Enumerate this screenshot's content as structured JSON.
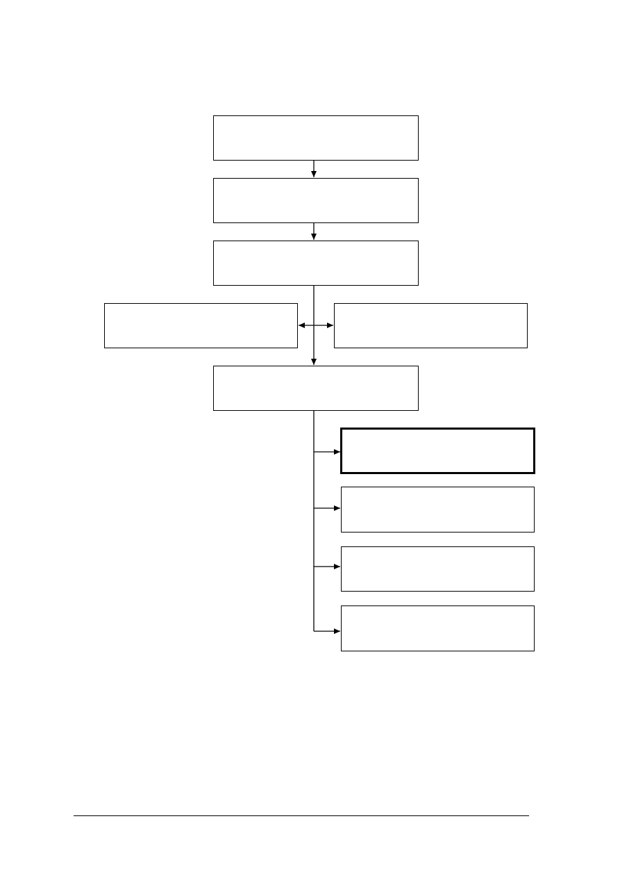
{
  "diagram": {
    "nodes": [
      {
        "id": "step-1",
        "label": "",
        "style": "normal"
      },
      {
        "id": "step-2",
        "label": "",
        "style": "normal"
      },
      {
        "id": "step-3",
        "label": "",
        "style": "normal"
      },
      {
        "id": "side-left",
        "label": "",
        "style": "normal"
      },
      {
        "id": "side-right",
        "label": "",
        "style": "normal"
      },
      {
        "id": "step-4",
        "label": "",
        "style": "normal"
      },
      {
        "id": "branch-1",
        "label": "",
        "style": "bold"
      },
      {
        "id": "branch-2",
        "label": "",
        "style": "normal"
      },
      {
        "id": "branch-3",
        "label": "",
        "style": "normal"
      },
      {
        "id": "branch-4",
        "label": "",
        "style": "normal"
      }
    ],
    "edges": [
      {
        "from": "step-1",
        "to": "step-2"
      },
      {
        "from": "step-2",
        "to": "step-3"
      },
      {
        "from": "step-3",
        "to": "step-4"
      },
      {
        "from": "step-3",
        "to": "side-left"
      },
      {
        "from": "step-3",
        "to": "side-right"
      },
      {
        "from": "step-4",
        "to": "branch-1"
      },
      {
        "from": "step-4",
        "to": "branch-2"
      },
      {
        "from": "step-4",
        "to": "branch-3"
      },
      {
        "from": "step-4",
        "to": "branch-4"
      }
    ],
    "line_color": "#000000"
  }
}
